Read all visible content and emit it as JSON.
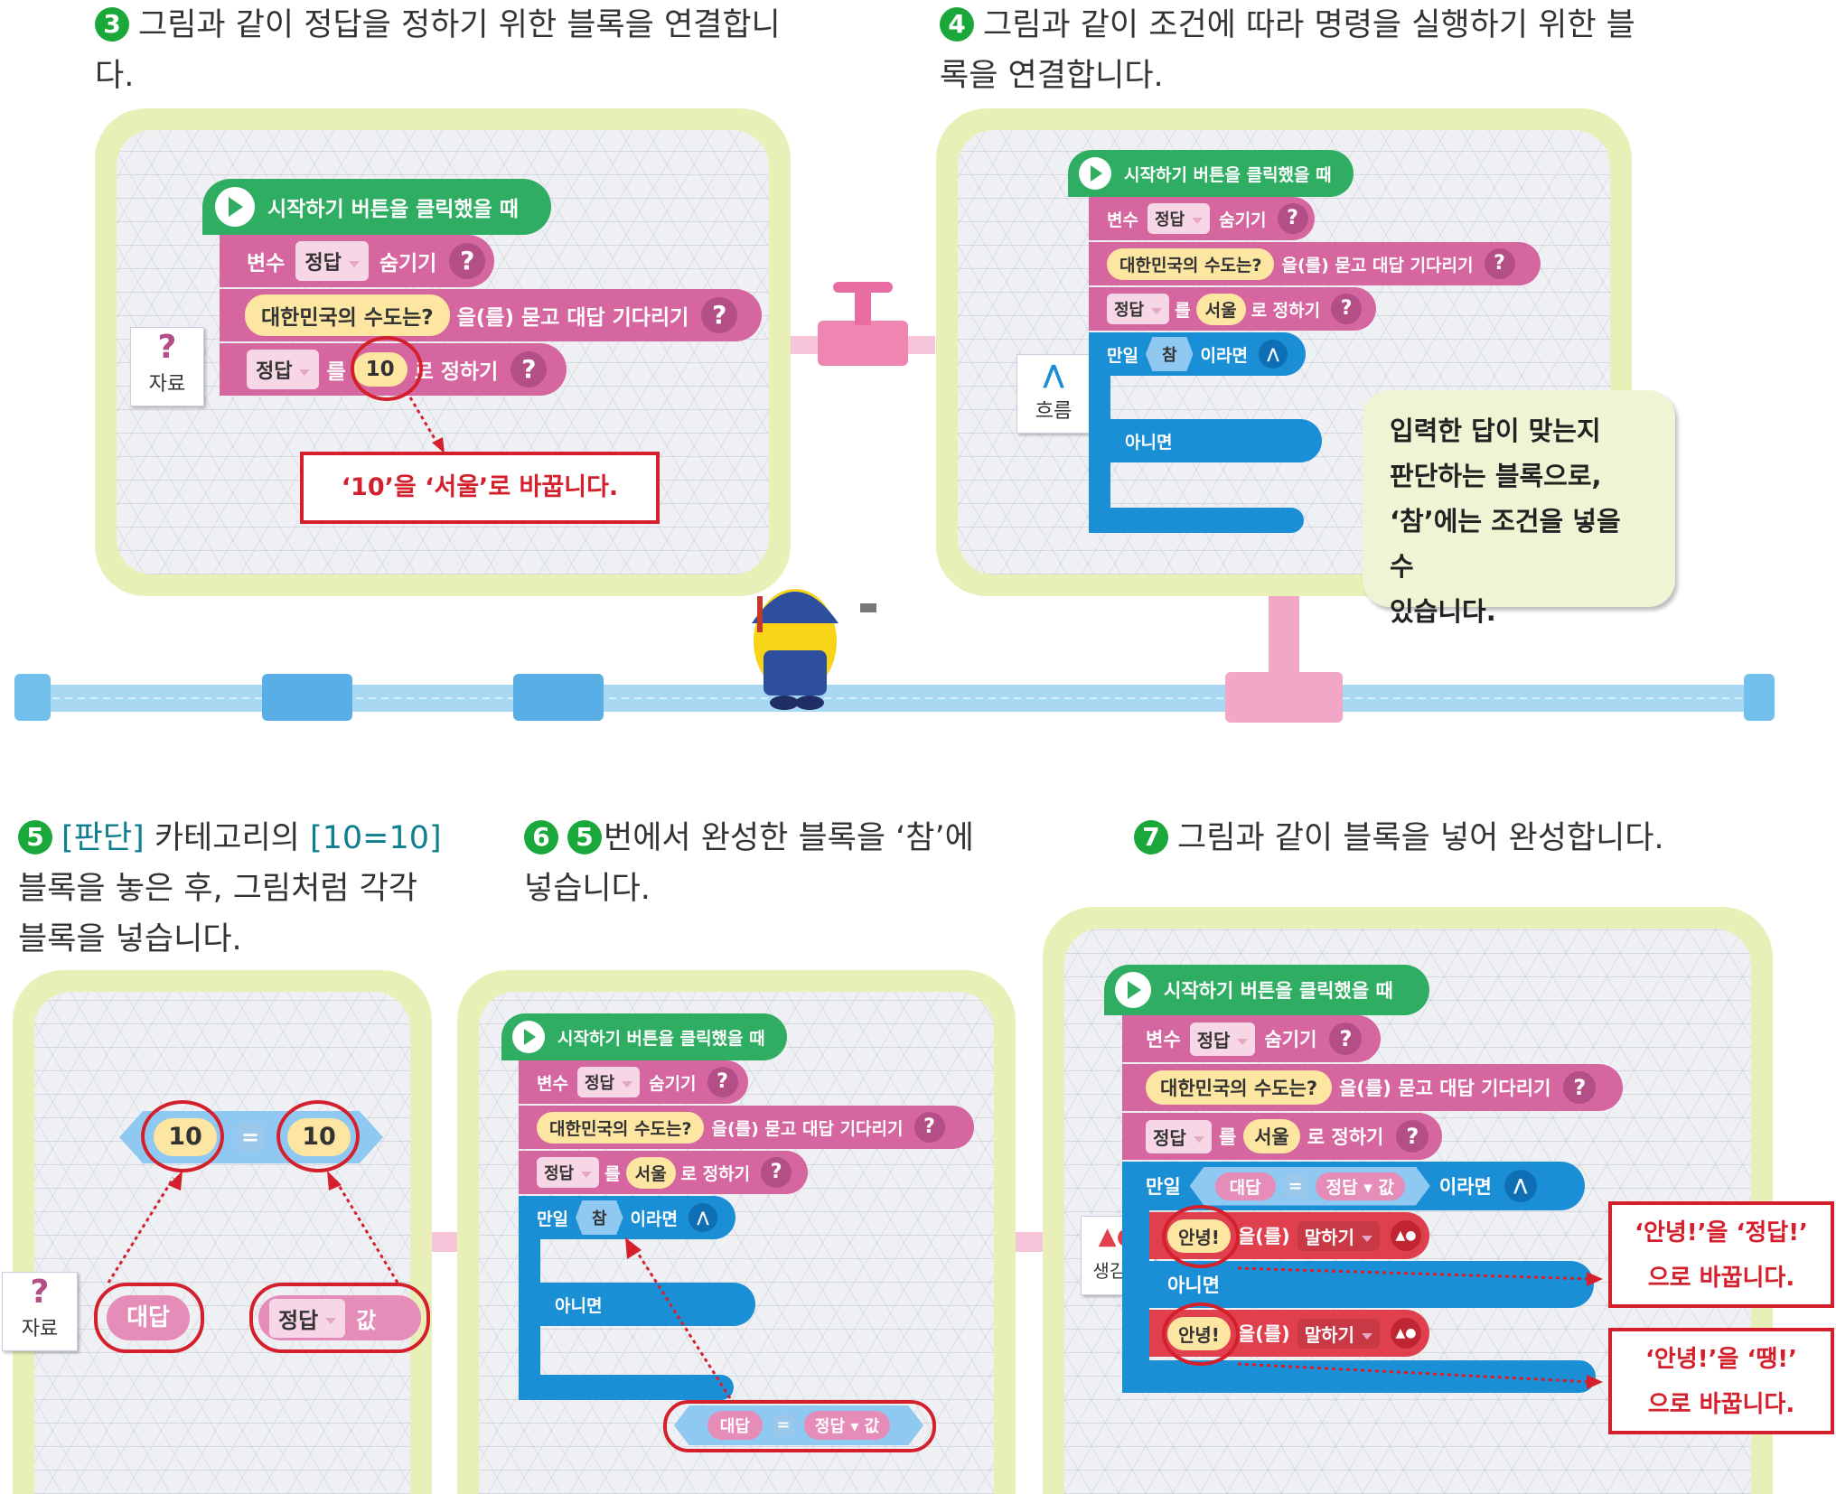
{
  "steps": {
    "s3": {
      "num": "3",
      "text": "그림과 같이 정답을 정하기 위한 블록을 연결합니다."
    },
    "s4": {
      "num": "4",
      "text": "그림과 같이 조건에 따라 명령을 실행하기 위한 블록을 연결합니다."
    },
    "s5": {
      "num": "5",
      "pre": "[판단]",
      "mid": " 카테고리의 ",
      "code": "[10=10]",
      "post": " 블록을 놓은 후, 그림처럼 각각 블록을 넣습니다."
    },
    "s6": {
      "num": "6",
      "ref": "5",
      "text": "번에서 완성한 블록을 ‘참’에 넣습니다."
    },
    "s7": {
      "num": "7",
      "text": "그림과 같이 블록을 넣어 완성합니다."
    }
  },
  "blocks": {
    "start": "시작하기 버튼을 클릭했을 때",
    "var": "변수",
    "answer_var": "정답",
    "hide": "숨기기",
    "question": "대한민국의 수도는?",
    "ask_wait": "을(를) 묻고 대답 기다리기",
    "obj_particle": "를",
    "set_to": "로 정하기",
    "value_10": "10",
    "value_seoul": "서울",
    "if": "만일",
    "true": "참",
    "if_then": "이라면",
    "else": "아니면",
    "reply": "대답",
    "eq": "=",
    "value": "값",
    "hello": "안녕!",
    "say_obj": "을(를)",
    "say": "말하기",
    "help": "?"
  },
  "categories": {
    "data": "자료",
    "flow": "흐름",
    "looks": "생김새"
  },
  "callouts": {
    "c3": "‘10’을 ‘서울’로 바꿉니다.",
    "c7a_line1": "‘안녕!’을 ‘정답!’",
    "c7a_line2": "으로 바꿉니다.",
    "c7b_line1": "‘안녕!’을 ‘땡!’",
    "c7b_line2": "으로 바꿉니다."
  },
  "note": {
    "line1": "입력한 답이 맞는지",
    "line2": "판단하는 블록으로,",
    "line3": "‘참’에는 조건을 넣을 수",
    "line4": "있습니다."
  },
  "colors": {
    "green_hat": "#2fae63",
    "pink_block": "#d6669f",
    "blue_block": "#1b8fd6",
    "red_block": "#e0404d",
    "panel": "#e9f0b7",
    "callout_red": "#d4202c",
    "step_number": "#1aa83b"
  }
}
